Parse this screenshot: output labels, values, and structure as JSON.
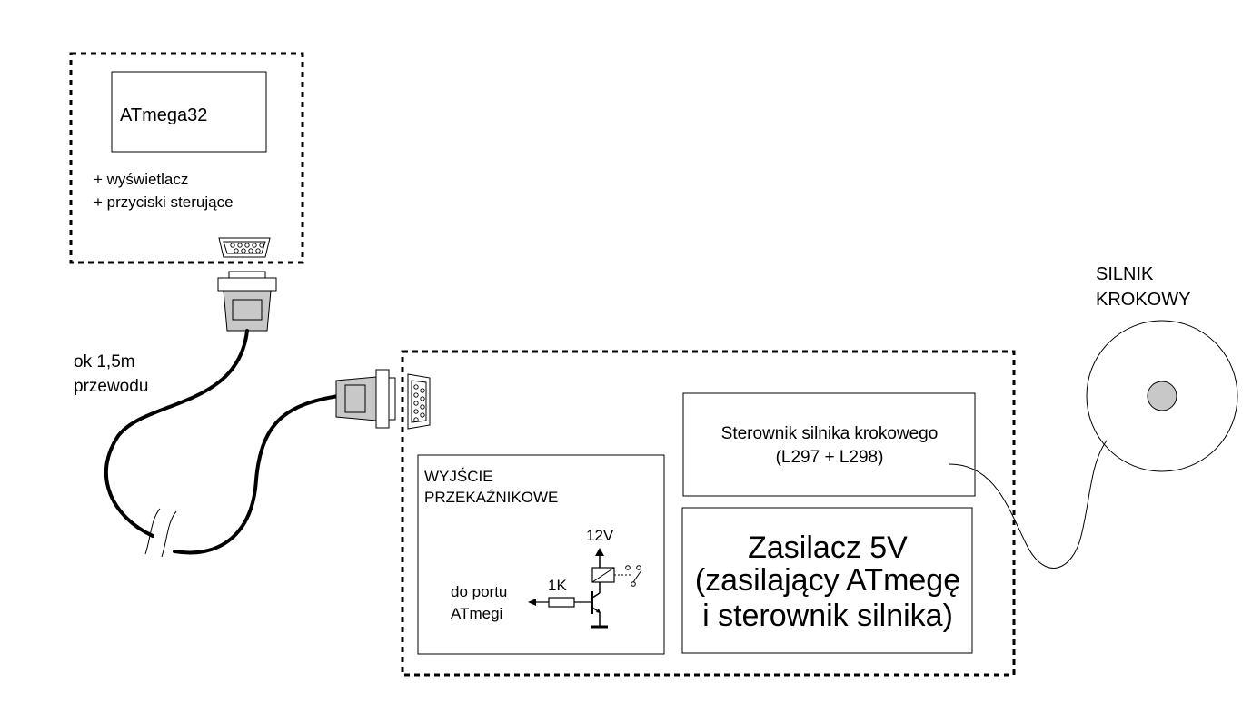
{
  "controller": {
    "chip_label": "ATmega32",
    "features": [
      "+ wyświetlacz",
      "+ przyciski sterujące"
    ]
  },
  "cable": {
    "label_line1": "ok 1,5m",
    "label_line2": "przewodu"
  },
  "driver": {
    "label_line1": "Sterownik silnika krokowego",
    "label_line2": "(L297 + L298)"
  },
  "power_supply": {
    "label_line1": "Zasilacz 5V",
    "label_line2": "(zasilający ATmegę",
    "label_line3": "i sterownik silnika)"
  },
  "relay_output": {
    "title_line1": "WYJŚCIE",
    "title_line2": "PRZEKAŹNIKOWE",
    "voltage_label": "12V",
    "resistor_label": "1K",
    "port_label_line1": "do portu",
    "port_label_line2": "ATmegi"
  },
  "motor": {
    "label_line1": "SILNIK",
    "label_line2": "KROKOWY"
  }
}
